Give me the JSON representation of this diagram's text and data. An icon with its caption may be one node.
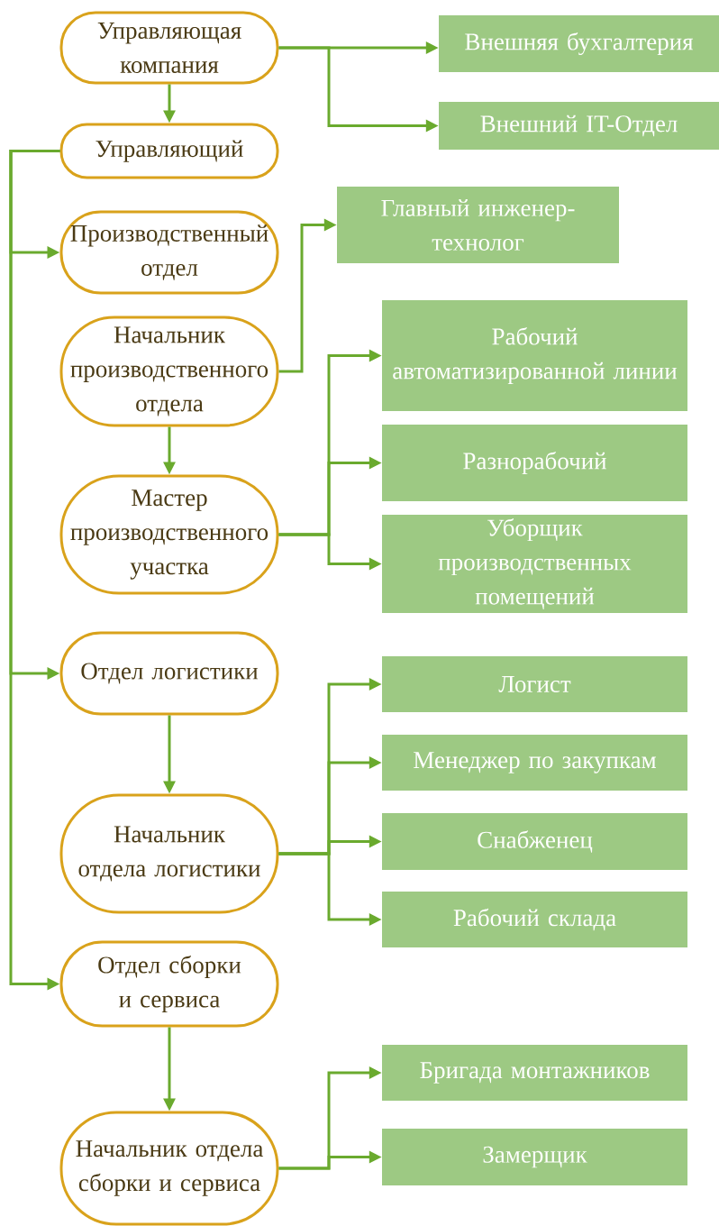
{
  "diagram": {
    "nodes": [
      {
        "text": [
          "Управляющая компания"
        ]
      },
      {
        "text": [
          "Управляющий"
        ]
      },
      {
        "text": [
          "Производственный отдел"
        ]
      },
      {
        "text": [
          "Начальник производственного отдела"
        ]
      },
      {
        "text": [
          "Мастер производственного участка"
        ]
      },
      {
        "text": [
          "Отдел логистики"
        ]
      },
      {
        "text": [
          "Начальник отдела логистики"
        ]
      },
      {
        "text": [
          "Отдел сборки и сервиса"
        ]
      },
      {
        "text": [
          "Начальник отдела сборки и сервиса"
        ]
      },
      {
        "text": [
          "Внешняя бухгалтерия"
        ]
      },
      {
        "text": [
          "Внешний IT-Отдел"
        ]
      },
      {
        "text": [
          "Главный инженер-технолог"
        ]
      },
      {
        "text": [
          "Рабочий автоматизированной линии"
        ]
      },
      {
        "text": [
          "Разнорабочий"
        ]
      },
      {
        "text": [
          "Уборщик производственных помещений"
        ]
      },
      {
        "text": [
          "Логист"
        ]
      },
      {
        "text": [
          "Менеджер по закупкам"
        ]
      },
      {
        "text": [
          "Снабженец"
        ]
      },
      {
        "text": [
          "Рабочий склада"
        ]
      },
      {
        "text": [
          "Бригада монтажников"
        ]
      },
      {
        "text": [
          "Замерщик"
        ]
      }
    ],
    "edges": [
      {
        "from": 0,
        "to": 9,
        "arrow": "to"
      },
      {
        "from": 0,
        "to": 10,
        "arrow": "to"
      },
      {
        "from": 0,
        "to": 1,
        "arrow": "to"
      },
      {
        "from": 1,
        "to": 2,
        "arrow": "to"
      },
      {
        "from": 1,
        "to": 5,
        "arrow": "to"
      },
      {
        "from": 1,
        "to": 7,
        "arrow": "to"
      },
      {
        "from": 3,
        "to": 11,
        "arrow": "to"
      },
      {
        "from": 3,
        "to": 4,
        "arrow": "to"
      },
      {
        "from": 4,
        "to": 12,
        "arrow": "to"
      },
      {
        "from": 4,
        "to": 13,
        "arrow": "to"
      },
      {
        "from": 4,
        "to": 14,
        "arrow": "to"
      },
      {
        "from": 5,
        "to": 6,
        "arrow": "to"
      },
      {
        "from": 6,
        "to": 15,
        "arrow": "to"
      },
      {
        "from": 6,
        "to": 16,
        "arrow": "to"
      },
      {
        "from": 6,
        "to": 17,
        "arrow": "to"
      },
      {
        "from": 6,
        "to": 18,
        "arrow": "to"
      },
      {
        "from": 7,
        "to": 8,
        "arrow": "to"
      },
      {
        "from": 8,
        "to": 19,
        "arrow": "to"
      },
      {
        "from": 8,
        "to": 20,
        "arrow": "to"
      }
    ]
  }
}
